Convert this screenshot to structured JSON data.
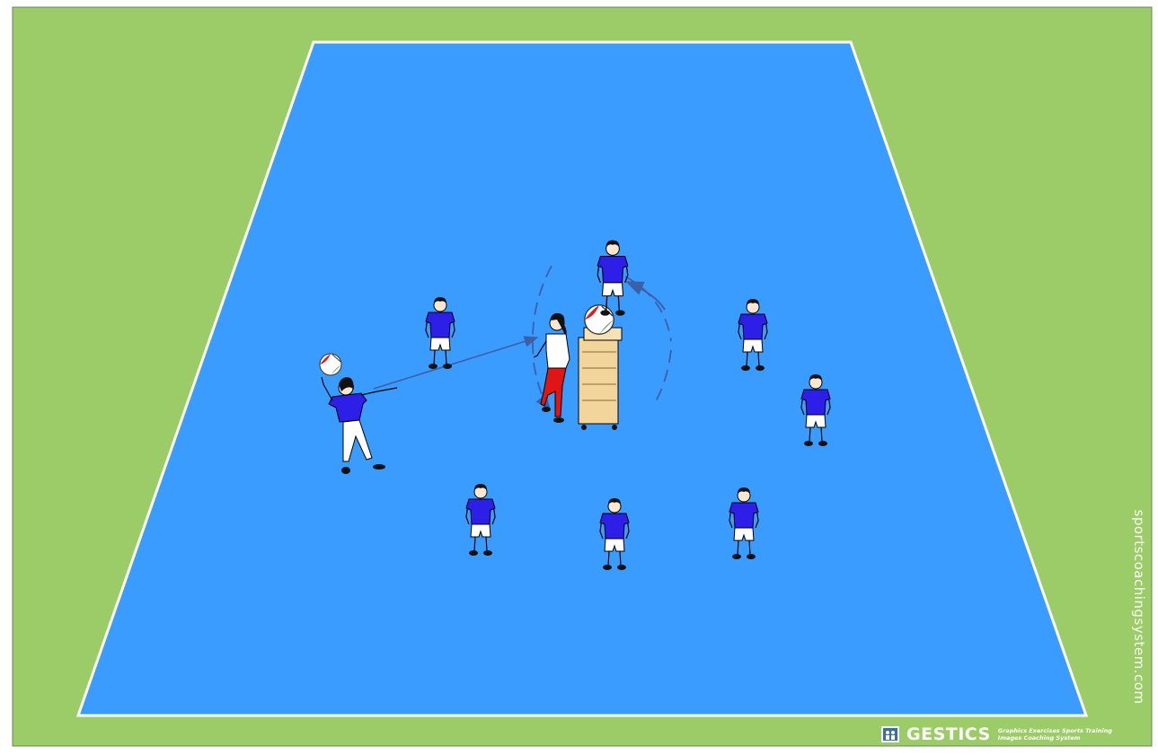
{
  "diagram": {
    "colors": {
      "grass": "#9ccc67",
      "court": "#3a9cff",
      "court_lines": "#ffffff",
      "player_shirt": "#2d1ee8",
      "player_shorts": "#ffffff",
      "coach_shirt": "#ffffff",
      "coach_pants": "#e01515",
      "arrow": "#3d5fa8",
      "ball_cart": "#f2d59a"
    },
    "icons": [
      "volleyball-icon",
      "ball-cart-icon",
      "pass-arrow-icon",
      "rotation-arrow-icon",
      "gestics-logo-icon"
    ],
    "watermark": "sportscoachingsystem.com",
    "brand": {
      "name": "GESTICS",
      "tagline_1": "Graphics Exercises Sports Training",
      "tagline_2": "Images Coaching System"
    }
  }
}
